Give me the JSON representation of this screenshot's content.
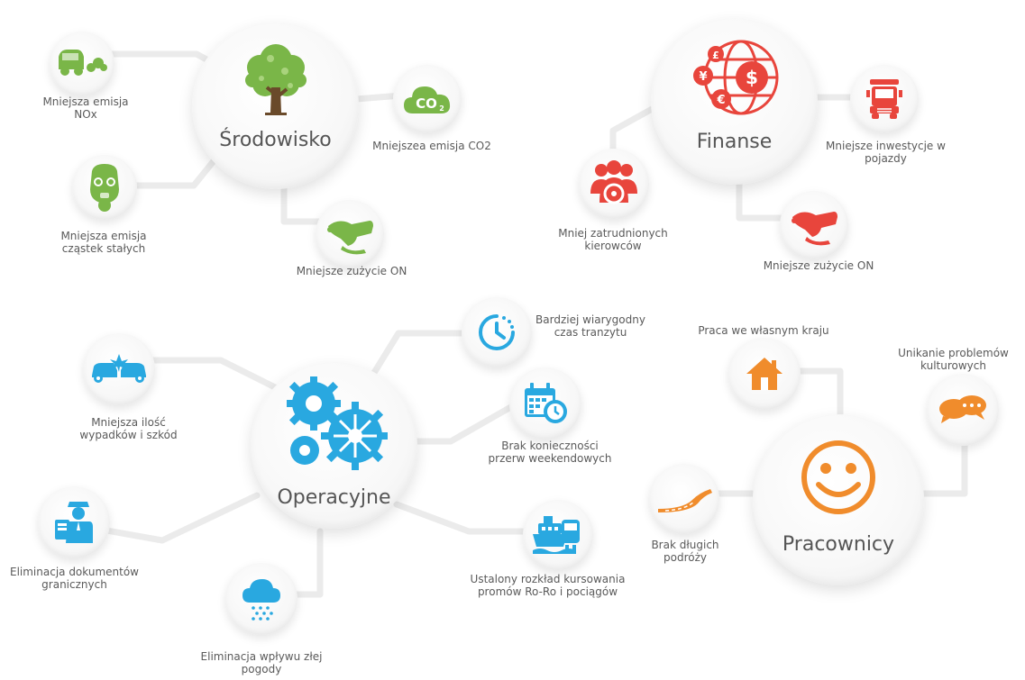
{
  "colors": {
    "environment": "#7ab648",
    "finance": "#e8453c",
    "operations": "#29a8e0",
    "workers": "#f08c2c",
    "connector": "#ebebeb"
  },
  "hubs": {
    "srodowisko": {
      "title": "Środowisko"
    },
    "finanse": {
      "title": "Finanse"
    },
    "operacyjne": {
      "title": "Operacyjne"
    },
    "pracownicy": {
      "title": "Pracownicy"
    }
  },
  "nodes": {
    "nox": {
      "label": "Mniejsza emisja\nNOx",
      "icon": "car-exhaust-icon"
    },
    "co2": {
      "label": "Mniejszea emisja CO2",
      "icon": "co2-cloud-icon"
    },
    "particles": {
      "label": "Mniejsza emisja\ncząstek stałych",
      "icon": "gas-mask-icon"
    },
    "fuel_env": {
      "label": "Mniejsze zużycie ON",
      "icon": "fuel-nozzle-icon"
    },
    "drivers": {
      "label": "Mniej zatrudnionych\nkierowców",
      "icon": "drivers-group-icon"
    },
    "vehicles": {
      "label": "Mniejsze inwestycje w\npojazdy",
      "icon": "truck-icon"
    },
    "fuel_fin": {
      "label": "Mniejsze zużycie ON",
      "icon": "fuel-nozzle-icon"
    },
    "transit": {
      "label": "Bardziej wiarygodny\nczas tranzytu",
      "icon": "clock-icon"
    },
    "accidents": {
      "label": "Mniejsza ilość\nwypadków i szkód",
      "icon": "car-crash-icon"
    },
    "weekend": {
      "label": "Brak konieczności\nprzerw weekendowych",
      "icon": "calendar-clock-icon"
    },
    "border_docs": {
      "label": "Eliminacja dokumentów\ngranicznych",
      "icon": "customs-officer-icon"
    },
    "ferry": {
      "label": "Ustalony rozkład kursowania\npromów Ro-Ro i pociągów",
      "icon": "ferry-train-icon"
    },
    "weather": {
      "label": "Eliminacja wpływu złej\npogody",
      "icon": "rain-cloud-icon"
    },
    "home": {
      "label": "Praca we własnym kraju",
      "icon": "house-icon"
    },
    "cultural": {
      "label": "Unikanie problemów\nkulturowych",
      "icon": "speech-bubbles-icon"
    },
    "long_trips": {
      "label": "Brak długich\npodróży",
      "icon": "road-icon"
    }
  }
}
